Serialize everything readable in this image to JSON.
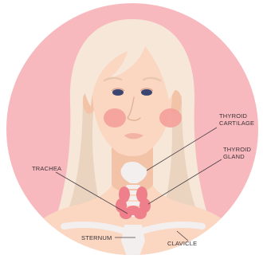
{
  "labels": {
    "thyroid_cartilage": [
      "THYROID",
      "CARTILAGE"
    ],
    "thyroid_gland": [
      "THYROID",
      "GLAND"
    ],
    "trachea": "TRACHEA",
    "sternum": "STERNUM",
    "clavicle": "CLAVICLE"
  },
  "colors": {
    "background_circle": "#f7b9bd",
    "skin": "#fbd6c0",
    "skin_shade": "#f3c3a8",
    "hair": "#f6e7d8",
    "hair_shade": "#ead4c0",
    "cheek": "#f4a09a",
    "lips": "#f2b3a4",
    "eyes": "#3a4670",
    "thyroid": "#ef7f8b",
    "bone": "#f3efee",
    "label_text": "#3a3238"
  }
}
